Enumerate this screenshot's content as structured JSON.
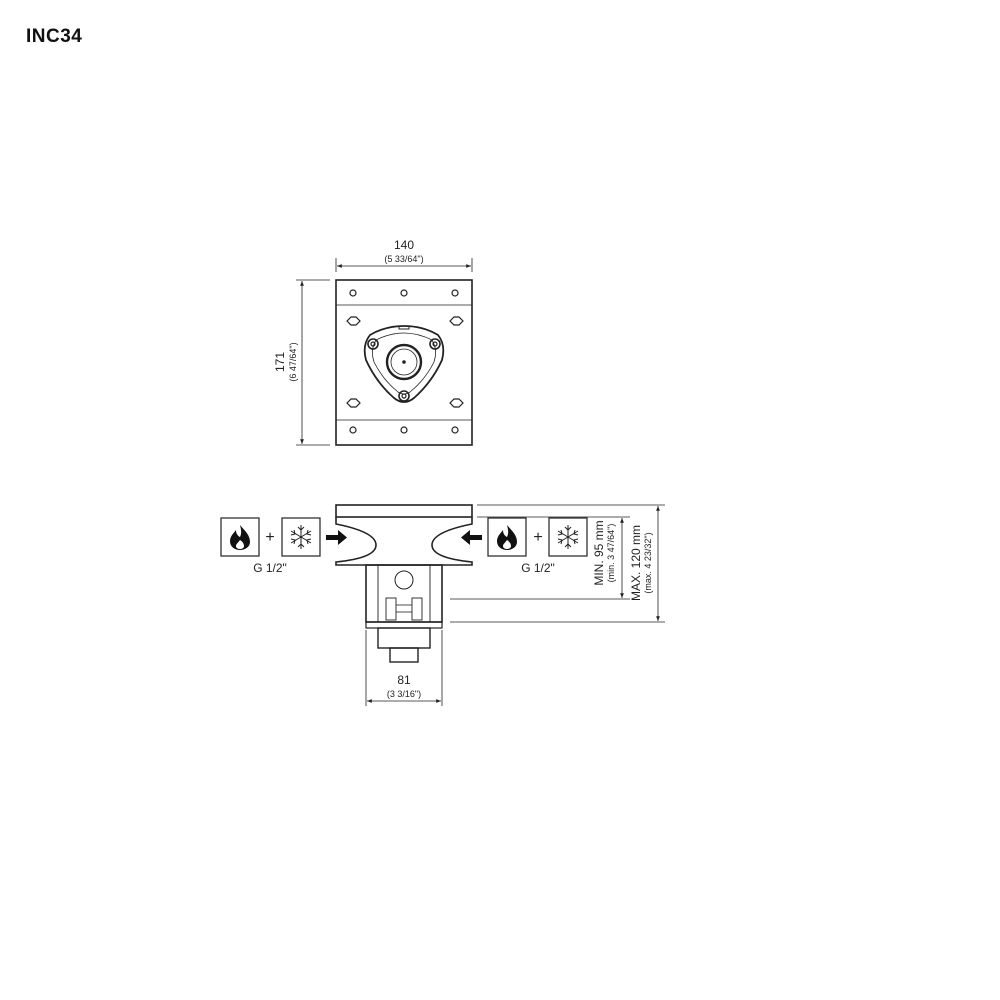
{
  "title": "INC34",
  "top_view": {
    "width_mm": "140",
    "width_in": "(5 33/64\")",
    "height_mm": "171",
    "height_in": "(6 47/64\")"
  },
  "side_view": {
    "left_connection": "G 1/2\"",
    "right_connection": "G 1/2\"",
    "plus_sign": "+",
    "min_depth": "MIN. 95 mm",
    "min_depth_in": "(min. 3 47/64\")",
    "max_depth": "MAX. 120 mm",
    "max_depth_in": "(max. 4 23/32\")",
    "body_width_mm": "81",
    "body_width_in": "(3 3/16\")"
  },
  "icons": [
    "flame-icon",
    "snowflake-icon",
    "arrow-right-icon",
    "arrow-left-icon"
  ]
}
